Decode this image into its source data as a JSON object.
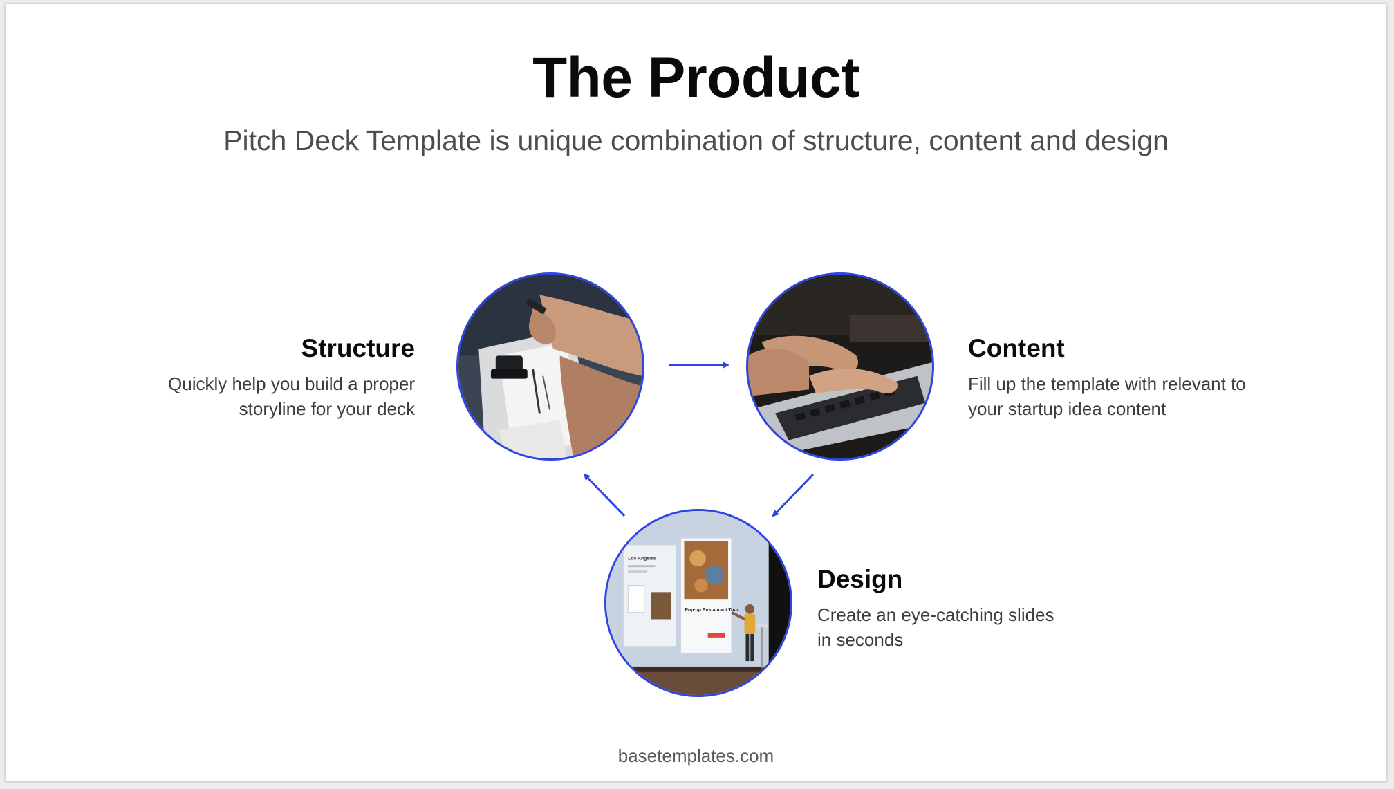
{
  "slide": {
    "title": "The Product",
    "subtitle": "Pitch Deck Template is unique combination of structure, content and design",
    "footer": "basetemplates.com",
    "accent_color": "#2f45e0"
  },
  "items": {
    "structure": {
      "title": "Structure",
      "description": "Quickly help you build a proper storyline for your deck",
      "image_icon": "hands-writing-on-clipboard-photo"
    },
    "content": {
      "title": "Content",
      "description": "Fill up the template with relevant to your startup idea content",
      "image_icon": "hands-typing-on-laptop-photo"
    },
    "design": {
      "title": "Design",
      "description": "Create an eye-catching slides in seconds",
      "image_icon": "presenter-on-stage-photo",
      "screen_text": {
        "heading": "Los Angeles",
        "card_title": "Pop-up Restaurant Tour"
      }
    }
  }
}
